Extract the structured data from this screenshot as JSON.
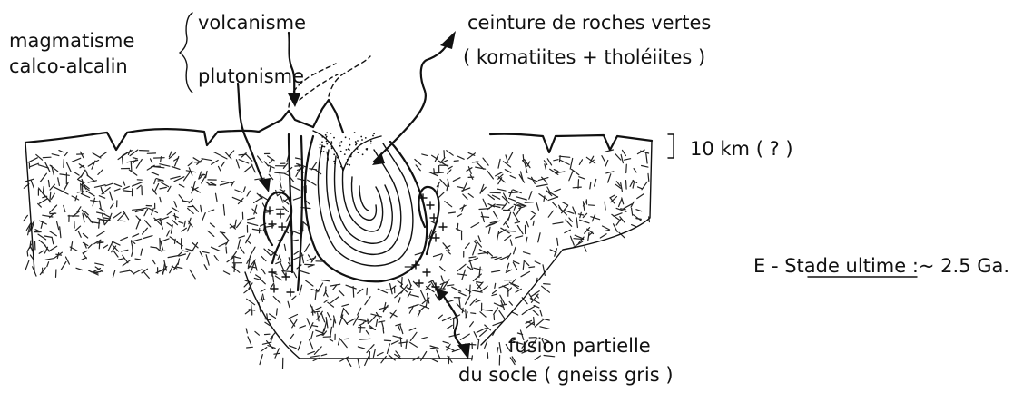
{
  "labels": {
    "magmatisme": "magmatisme",
    "calco_alcalin": "calco-alcalin",
    "volcanisme": "volcanisme",
    "plutonisme": "plutonisme",
    "ceinture_line1": "ceinture  de  roches  vertes",
    "ceinture_line2": "( komatiites + tholéiites )",
    "depth": "10 km ( ? )",
    "stage_prefix": "E - ",
    "stage_name": "Stade ultime",
    "stage_suffix": " :~ 2.5 Ga.",
    "fusion_line1": "fusion  partielle",
    "fusion_line2": "du socle ( gneiss gris )"
  },
  "colors": {
    "ink": "#111111",
    "background": "#ffffff"
  }
}
